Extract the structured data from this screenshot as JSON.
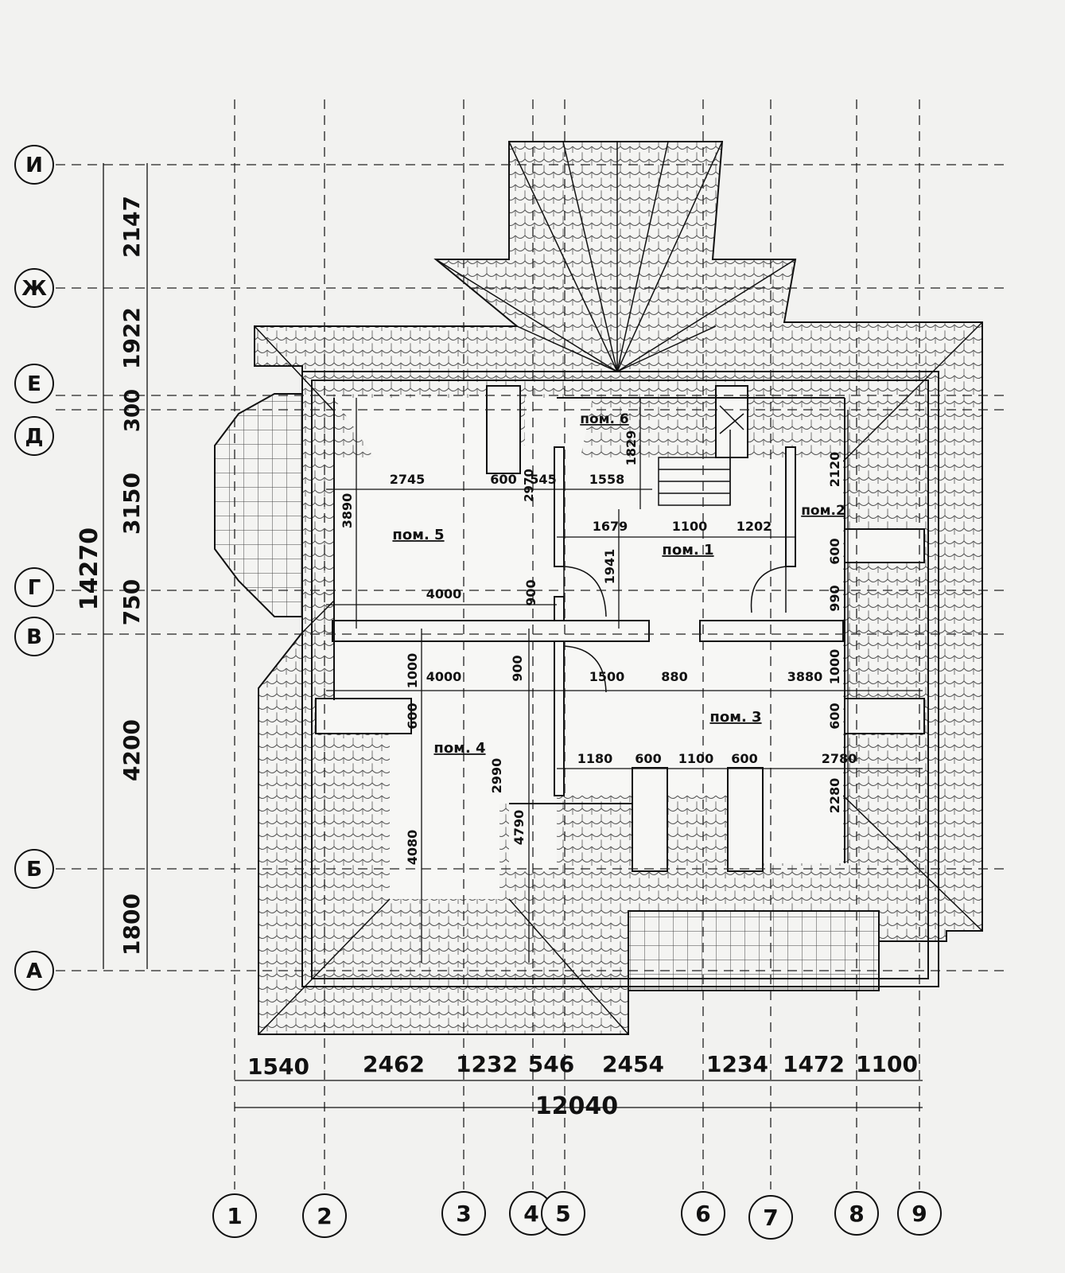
{
  "axes": {
    "columns": [
      "1",
      "2",
      "3",
      "4",
      "5",
      "6",
      "7",
      "8",
      "9"
    ],
    "rows": [
      "И",
      "Ж",
      "Е",
      "Д",
      "Г",
      "В",
      "Б",
      "А"
    ]
  },
  "dims_bottom": {
    "spans": [
      "1540",
      "2462",
      "1232",
      "546",
      "2454",
      "1234",
      "1472",
      "1100"
    ],
    "total": "12040"
  },
  "dims_left": {
    "spans": [
      "2147",
      "1922",
      "300",
      "3150",
      "750",
      "4200",
      "1800"
    ],
    "total": "14270"
  },
  "rooms": [
    "пом. 1",
    "пом.2",
    "пом. 3",
    "пом. 4",
    "пом. 5",
    "пом. 6"
  ],
  "inner_dims": {
    "d2745": "2745",
    "d600a": "600",
    "d2970": "2970",
    "d545": "545",
    "d1558": "1558",
    "d1829": "1829",
    "d2120": "2120",
    "d3890": "3890",
    "d1679": "1679",
    "d1100a": "1100",
    "d1202": "1202",
    "d600b": "600",
    "d1941": "1941",
    "d4000a": "4000",
    "d900a": "900",
    "d990": "990",
    "d4000b": "4000",
    "d900b": "900",
    "d1500": "1500",
    "d880": "880",
    "d3880": "3880",
    "d1000a": "1000",
    "d1000b": "1000",
    "d600c": "600",
    "d600d": "600",
    "d1180": "1180",
    "d600e": "600",
    "d1100b": "1100",
    "d600f": "600",
    "d2780": "2780",
    "d2990": "2990",
    "d2280": "2280",
    "d4080": "4080",
    "d4790": "4790"
  }
}
